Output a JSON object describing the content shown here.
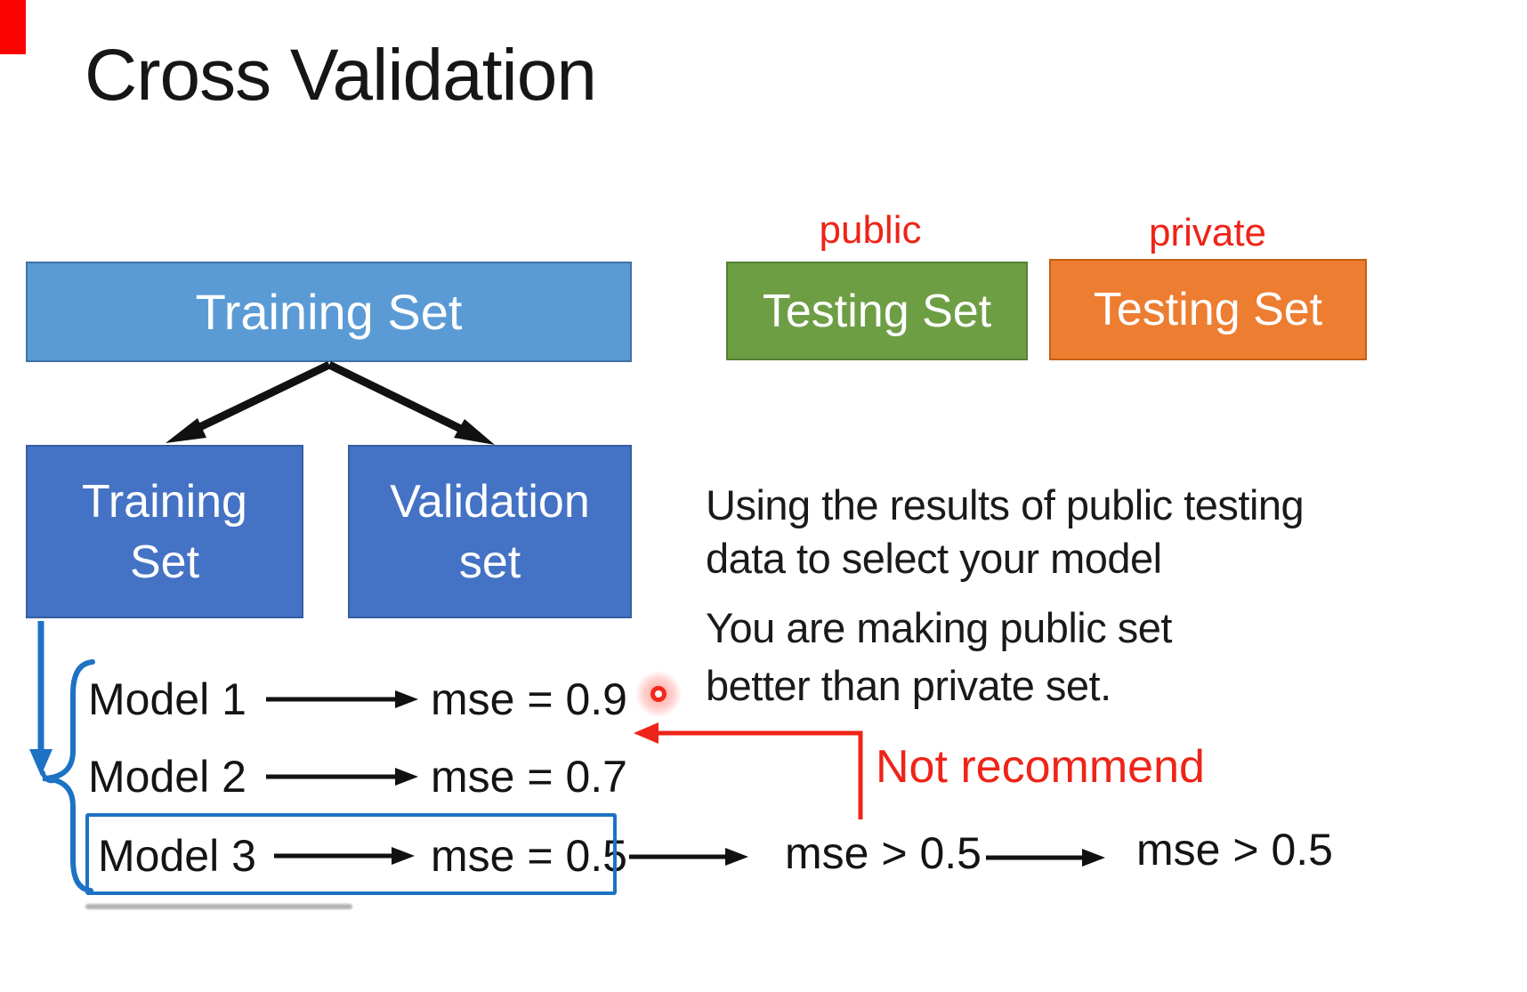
{
  "title": "Cross Validation",
  "labels": {
    "public": "public",
    "private": "private",
    "not_recommend": "Not recommend"
  },
  "boxes": {
    "training_big": "Training Set",
    "testing_public": "Testing Set",
    "testing_private": "Testing Set",
    "training_sub_line1": "Training",
    "training_sub_line2": "Set",
    "validation_line1": "Validation",
    "validation_line2": "set"
  },
  "paragraphs": {
    "p1_line1": "Using the results of public testing",
    "p1_line2": "data to select your model",
    "p2_line1": "You are making public set",
    "p2_line2": "better than private set."
  },
  "models": {
    "rows": [
      {
        "label": "Model 1",
        "result": "mse = 0.9"
      },
      {
        "label": "Model 2",
        "result": "mse = 0.7"
      },
      {
        "label": "Model 3",
        "result": "mse = 0.5"
      }
    ]
  },
  "flow": {
    "public_mse": "mse > 0.5",
    "private_mse": "mse > 0.5"
  },
  "colors": {
    "box-blue": "#5b9bd5",
    "box-darkblue": "#4472c4",
    "box-green": "#6d9e44",
    "box-orange": "#ed7d31",
    "red": "#ee2418",
    "blue-graphic": "#1d72c4",
    "ink": "#1c1c1c"
  }
}
